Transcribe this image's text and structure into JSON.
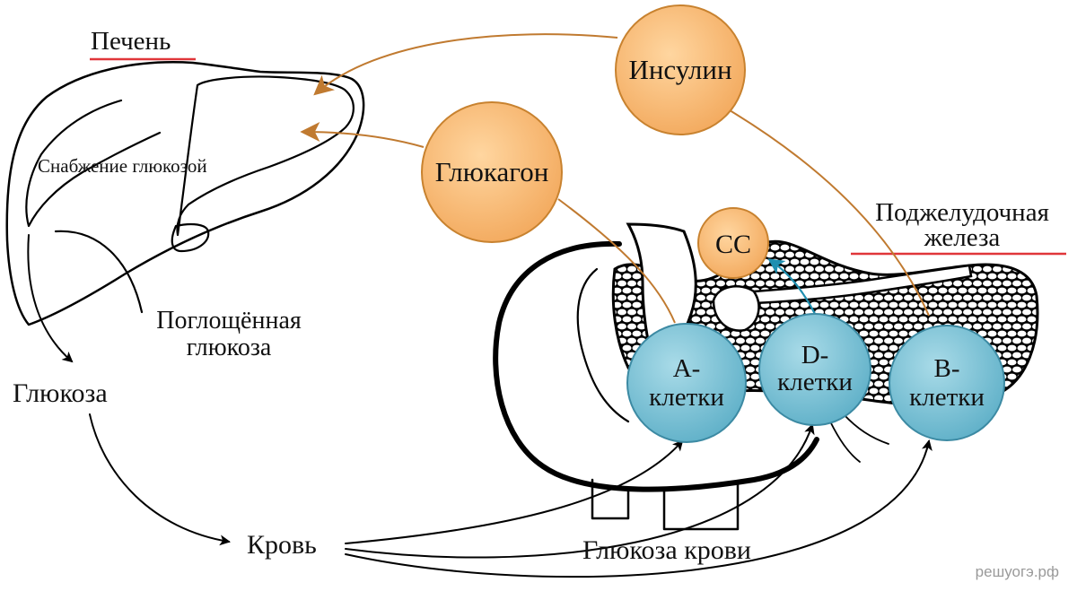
{
  "labels": {
    "liver_title": "Печень",
    "glucose_supply": "Снабжение глюкозой",
    "absorbed_line1": "Поглощённая",
    "absorbed_line2": "глюкоза",
    "glucose": "Глюкоза",
    "blood": "Кровь",
    "blood_glucose": "Глюкоза крови",
    "pancreas_line1": "Поджелудочная",
    "pancreas_line2": "железа",
    "watermark": "решуогэ.рф"
  },
  "hormones": {
    "insulin": "Инсулин",
    "glucagon": "Глюкагон",
    "somatostatin": "СС"
  },
  "cells": {
    "a_line1": "А-",
    "a_line2": "клетки",
    "d_line1": "D-",
    "d_line2": "клетки",
    "b_line1": "В-",
    "b_line2": "клетки"
  },
  "colors": {
    "hormone_fill": "#f5b56a",
    "hormone_stroke": "#c8822f",
    "hormone_arrow": "#c07a30",
    "cell_fill": "#7cc3d6",
    "cell_stroke": "#3c8aa3",
    "cell_arrow": "#1f8fb0",
    "underline": "#e0363a"
  }
}
